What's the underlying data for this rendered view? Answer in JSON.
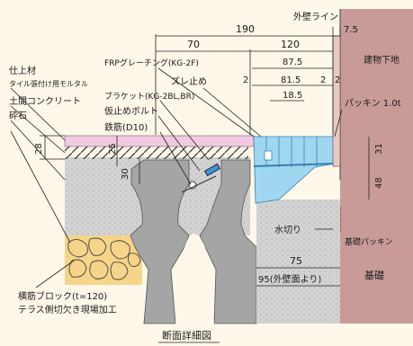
{
  "colors": {
    "background": "#fdf8ea",
    "wall": "#c99b98",
    "concrete": "#d3d3d3",
    "finish_tile": "#f2c8e2",
    "gravel": "#f6d48a",
    "grating": "#9fd7f0",
    "text": "#1a1a1a"
  },
  "labels": {
    "outer_wall_line": "外壁ライン",
    "building_floor": "建物下地",
    "packing": "パッキン 1.0t",
    "frp_grating": "FRPグレーチング(KG-2F)",
    "slip_stop": "ズレ止め",
    "bracket": "ブラケット(KG-2BL,BR)",
    "temp_bolt": "仮止めボルト",
    "rebar": "鉄筋(D10)",
    "finish_material": "仕上材",
    "tile_mortar": "タイル張付け用モルタル",
    "earth_concrete": "土間コンクリート",
    "crushed_stone": "砕石",
    "drip": "水切り",
    "foundation_packing": "基礎パッキン",
    "foundation": "基礎",
    "lateral_block": "横筋ブロック(t=120)",
    "terrace_cut": "テラス側切欠き現場加工",
    "title": "断面詳細図"
  },
  "dimensions": {
    "d190": "190",
    "d7_5": "7.5",
    "d70": "70",
    "d120": "120",
    "d87_5": "87.5",
    "d2_left": "2",
    "d81_5": "81.5",
    "d2_right_a": "2",
    "d2_right_b": "2",
    "d18_5": "18.5",
    "d28": "28",
    "d25": "25",
    "d30": "30",
    "d31": "31",
    "d48": "48",
    "d75": "75",
    "d95": "95(外壁面より)"
  }
}
